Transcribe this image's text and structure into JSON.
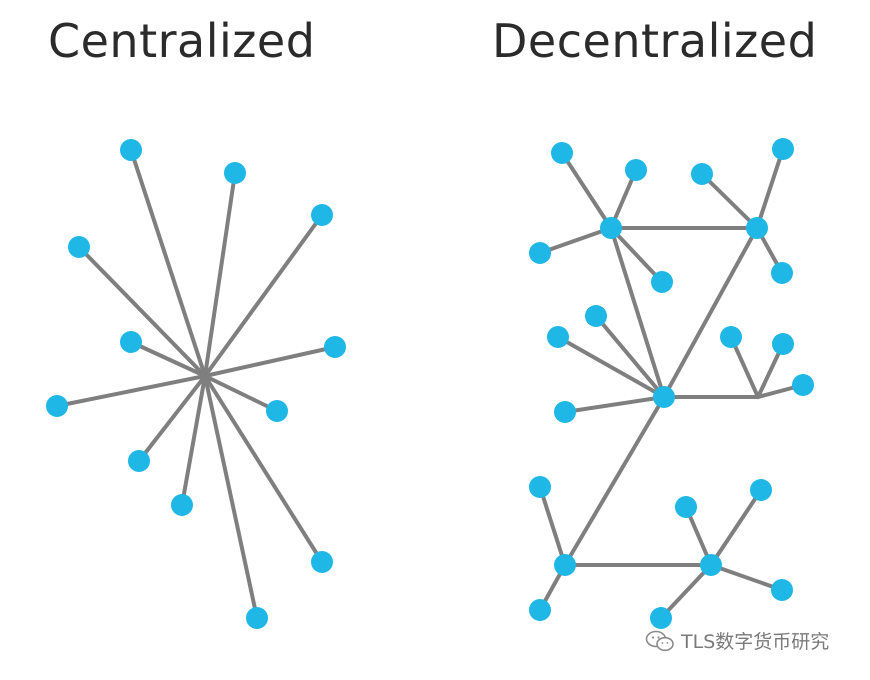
{
  "titles": {
    "centralized": "Centralized",
    "decentralized": "Decentralized"
  },
  "watermark": {
    "text": "TLS数字货币研究",
    "icon": "wechat-icon"
  },
  "colors": {
    "node": "#1fb7e6",
    "edge": "#7f7f7f",
    "title": "#2b2b2b",
    "watermark": "#7a7a7a"
  }
}
